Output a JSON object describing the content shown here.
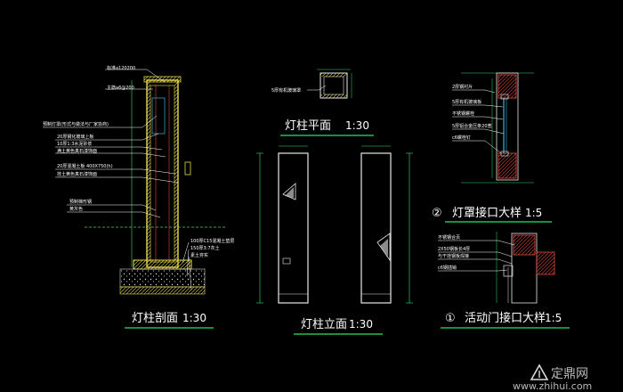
{
  "drawings": {
    "section": {
      "title": "灯柱剖面",
      "scale": "1:30",
      "notes": [
        "标准a120200",
        "主筋a6@200",
        "预制灯罩(形式与做法与厂家协商)",
        "20厚钢化玻璃上板",
        "10厚1:3水泥砂浆",
        "满土黄色真石漆饰面",
        "20厚混凝土板 400X750(h)",
        "挂土黄色真石漆饰面",
        "预制梯形钢",
        "黄灰色",
        "100厚C15混凝土垫层",
        "150厚3:7灰土",
        "素土夯实"
      ]
    },
    "plan": {
      "title": "灯柱平面",
      "scale": "1:30",
      "notes": [
        "5厚有机玻璃罩"
      ]
    },
    "elevation": {
      "title": "灯柱立面",
      "scale": "1:30"
    },
    "detail2": {
      "number": "②",
      "title": "灯罩接口大样",
      "scale": "1:5",
      "notes": [
        "2厚钢衬片",
        "5厚有机玻璃板",
        "不锈钢螺栓",
        "5厚铝合金压条20宽",
        "c6螺栓钉"
      ]
    },
    "detail1": {
      "number": "①",
      "title": "活动门接口大样",
      "scale": "1:5",
      "notes": [
        "不锈钢合页",
        "2X50钢板长4厚",
        "与干挂钢板焊接",
        "c6钢插销"
      ]
    }
  },
  "watermark": {
    "brand": "定鼎网",
    "domain": "www.zhihui.com"
  },
  "colors": {
    "background": "#000000",
    "structure": "#e8d94a",
    "elevation": "#e8e8e8",
    "dimension": "#2ee36b",
    "leader": "#44d6ff",
    "detail_red": "#e24b3b",
    "text": "#ffffff"
  }
}
